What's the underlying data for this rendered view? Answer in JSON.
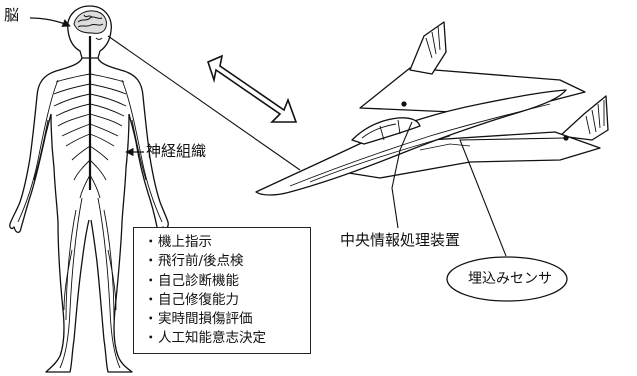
{
  "labels": {
    "brain": "脳",
    "nerve_tissue": "神経組織",
    "central_processor": "中央情報処理装置",
    "embedded_sensor": "埋込みセンサ"
  },
  "functions": {
    "bullet": "・",
    "items": [
      "機上指示",
      "飛行前/後点検",
      "自己診断機能",
      "自己修復能力",
      "実時間損傷評価",
      "人工知能意志決定"
    ]
  }
}
